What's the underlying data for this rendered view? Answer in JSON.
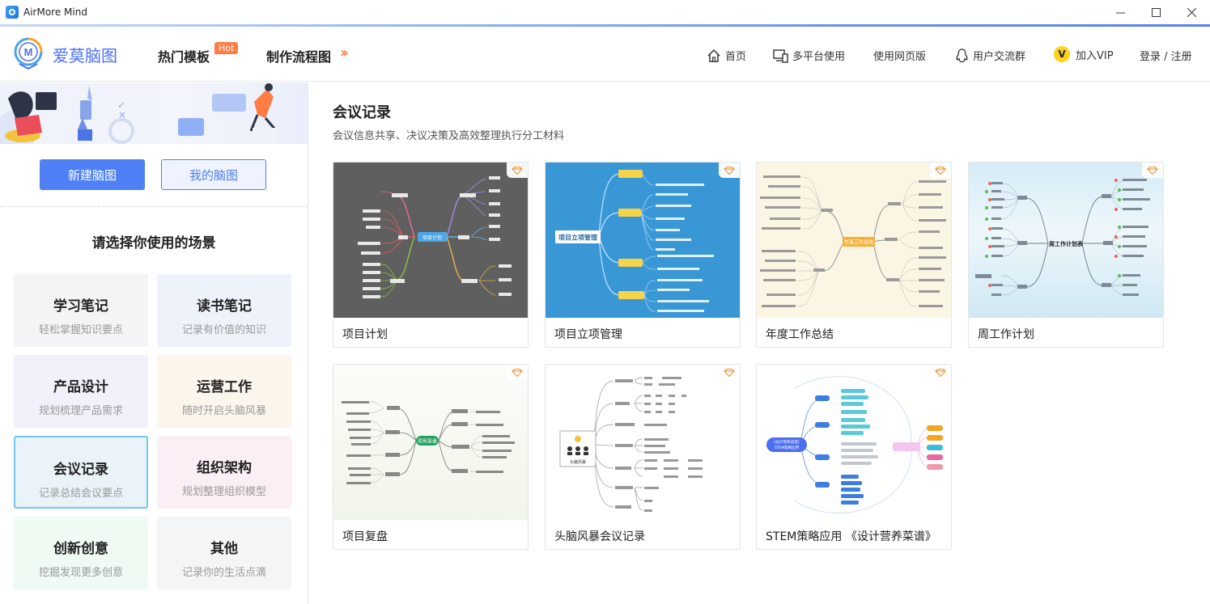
{
  "window": {
    "title": "AirMore Mind"
  },
  "header": {
    "brand": "爱莫脑图",
    "nav_hot": "热门模板",
    "hot_badge": "Hot",
    "nav_flow": "制作流程图",
    "home": "首页",
    "multi_platform": "多平台使用",
    "web_version": "使用网页版",
    "community": "用户交流群",
    "vip": "加入VIP",
    "vip_icon_letter": "V",
    "login": "登录 / 注册"
  },
  "sidebar": {
    "new_map": "新建脑图",
    "my_maps": "我的脑图",
    "scene_prompt": "请选择你使用的场景",
    "scenes": [
      {
        "title": "学习笔记",
        "subtitle": "轻松掌握知识要点",
        "bg": "#f3f4f6"
      },
      {
        "title": "读书笔记",
        "subtitle": "记录有价值的知识",
        "bg": "#eef2fb"
      },
      {
        "title": "产品设计",
        "subtitle": "规划梳理产品需求",
        "bg": "#f2f1fb"
      },
      {
        "title": "运营工作",
        "subtitle": "随时开启头脑风暴",
        "bg": "#fbf5ec"
      },
      {
        "title": "会议记录",
        "subtitle": "记录总结会议要点",
        "bg": "#eaf3f8",
        "active": true
      },
      {
        "title": "组织架构",
        "subtitle": "规划整理组织模型",
        "bg": "#fbeef5"
      },
      {
        "title": "创新创意",
        "subtitle": "挖掘发现更多创意",
        "bg": "#effaf2"
      },
      {
        "title": "其他",
        "subtitle": "记录你的生活点滴",
        "bg": "#f4f5f6"
      }
    ]
  },
  "main": {
    "title": "会议记录",
    "subtitle": "会议信息共享、决议决策及高效整理执行分工材料",
    "templates": [
      {
        "name": "项目计划",
        "center": "项目计划"
      },
      {
        "name": "项目立项管理",
        "center": "项目立项管理"
      },
      {
        "name": "年度工作总结",
        "center": "年度工作总结"
      },
      {
        "name": "周工作计划",
        "center": "周工作计划表"
      },
      {
        "name": "项目复盘",
        "center": "项目复盘"
      },
      {
        "name": "头脑风暴会议记录",
        "center": "头脑风暴"
      },
      {
        "name": "STEM策略应用 《设计营养菜谱》",
        "center": "《设计营养菜谱》\nSTEM策略应用"
      }
    ]
  },
  "colors": {
    "accent": "#4f80f5",
    "hot": "#ff7d45",
    "vip": "#ffd21f",
    "active_scene_border": "#74c7e8"
  }
}
